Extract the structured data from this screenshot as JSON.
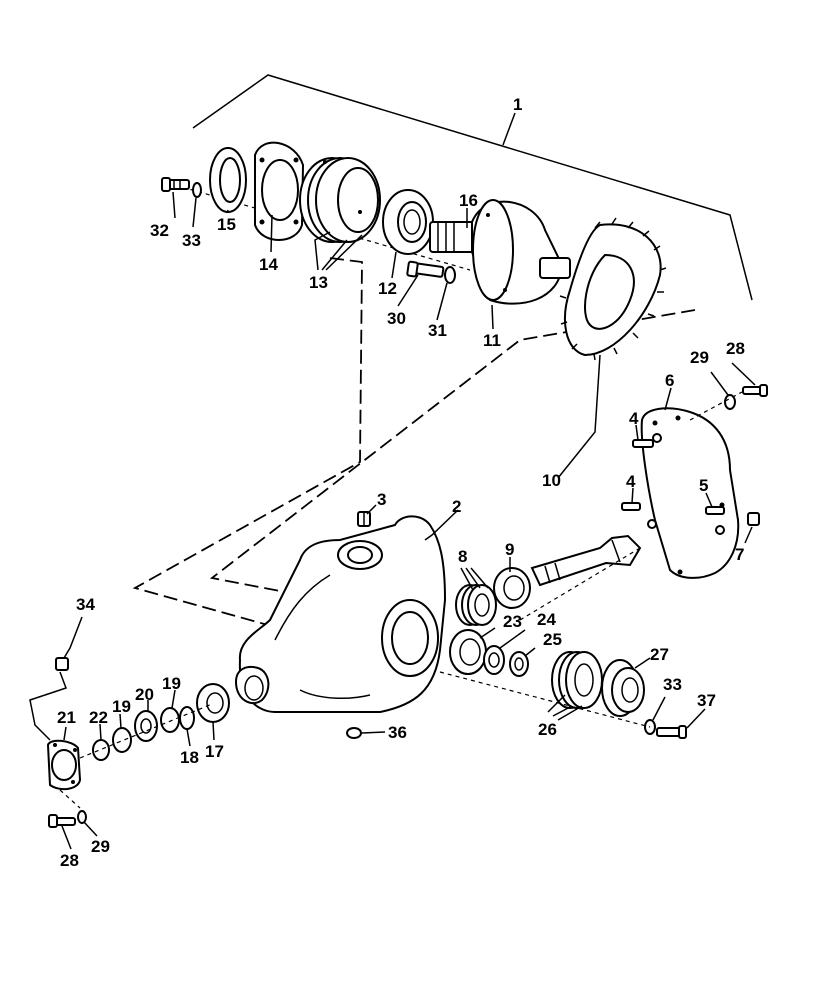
{
  "callouts": {
    "c1": "1",
    "c2": "2",
    "c3": "3",
    "c4a": "4",
    "c4b": "4",
    "c5": "5",
    "c6": "6",
    "c7": "7",
    "c8": "8",
    "c9": "9",
    "c10": "10",
    "c11": "11",
    "c12": "12",
    "c13": "13",
    "c14": "14",
    "c15": "15",
    "c16": "16",
    "c17": "17",
    "c18": "18",
    "c19a": "19",
    "c19b": "19",
    "c20": "20",
    "c21": "21",
    "c22": "22",
    "c23": "23",
    "c24": "24",
    "c25": "25",
    "c26": "26",
    "c27": "27",
    "c28a": "28",
    "c28b": "28",
    "c29a": "29",
    "c29b": "29",
    "c30": "30",
    "c31": "31",
    "c32": "32",
    "c33a": "33",
    "c33b": "33",
    "c34": "34",
    "c36": "36",
    "c37": "37"
  }
}
